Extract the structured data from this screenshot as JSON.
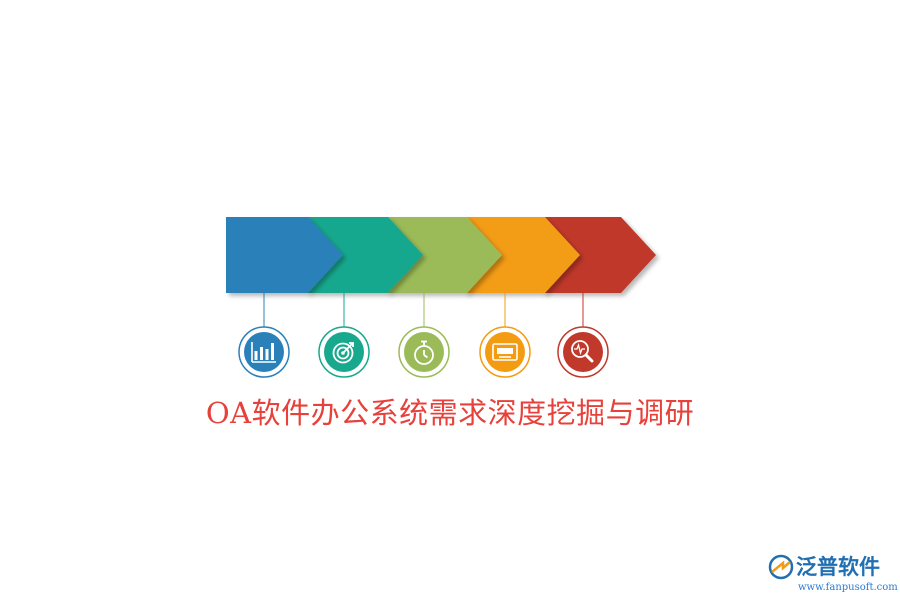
{
  "title": "OA软件办公系统需求深度挖掘与调研",
  "title_color": "#e8403a",
  "steps": [
    {
      "color": "#2a80b9",
      "icon": "bar-chart-icon"
    },
    {
      "color": "#17a88e",
      "icon": "target-icon"
    },
    {
      "color": "#9bbb59",
      "icon": "stopwatch-icon"
    },
    {
      "color": "#f39c12",
      "icon": "screen-icon"
    },
    {
      "color": "#c0392b",
      "icon": "search-icon"
    }
  ],
  "brand": {
    "name": "泛普软件",
    "url": "www.fanpusoft.com",
    "name_color": "#1f6fb2",
    "url_color": "#2a7bd0",
    "accent": "#f39c12"
  }
}
